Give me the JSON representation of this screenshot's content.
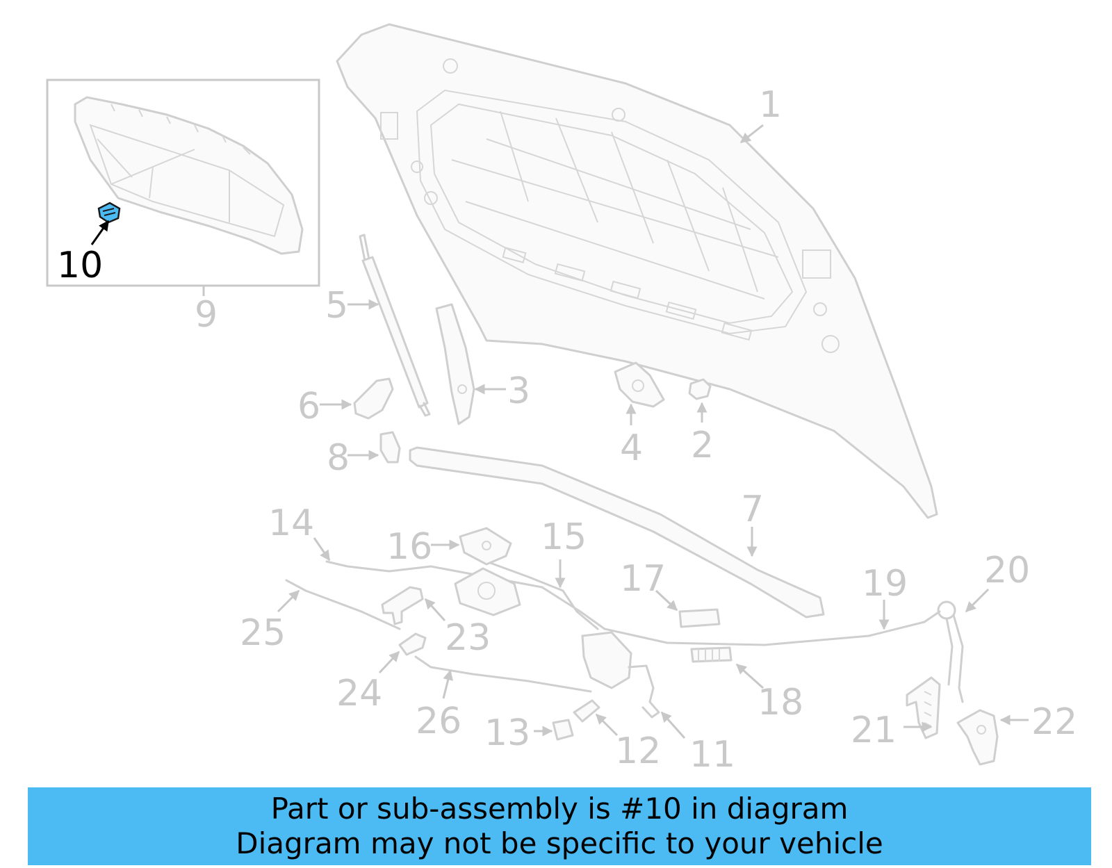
{
  "callouts": {
    "c1": "1",
    "c2": "2",
    "c3": "3",
    "c4": "4",
    "c5": "5",
    "c6": "6",
    "c7": "7",
    "c8": "8",
    "c9": "9",
    "c10": "10",
    "c11": "11",
    "c12": "12",
    "c13": "13",
    "c14": "14",
    "c15": "15",
    "c16": "16",
    "c17": "17",
    "c18": "18",
    "c19": "19",
    "c20": "20",
    "c21": "21",
    "c22": "22",
    "c23": "23",
    "c24": "24",
    "c25": "25",
    "c26": "26"
  },
  "highlighted_part": "10",
  "colors": {
    "highlight": "#4dbbf3",
    "parts": "#cfcfcf",
    "labels": "#c9c9c9",
    "highlight_label": "#000000"
  },
  "banner": {
    "line1": "Part or sub-assembly is #10 in diagram",
    "line2": "Diagram may not be specific to your vehicle"
  }
}
